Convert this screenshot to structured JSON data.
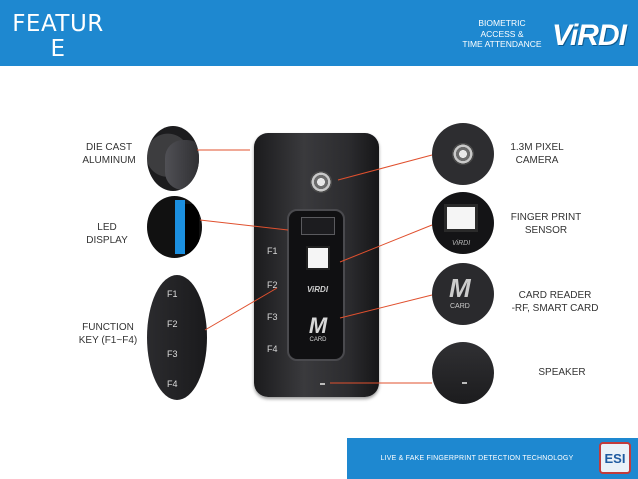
{
  "header": {
    "title_line1": "FEATUR",
    "title_line2": "E",
    "sub_line1": "BIOMETRIC",
    "sub_line2": "ACCESS &",
    "sub_line3": "TIME ATTENDANCE",
    "brand": "ViRDI",
    "color": "#1e88d0"
  },
  "labels": {
    "die_cast_1": "DIE CAST",
    "die_cast_2": "ALUMINUM",
    "led_1": "LED",
    "led_2": "DISPLAY",
    "function_1": "FUNCTION",
    "function_2": "KEY (F1~F4)",
    "camera_1": "1.3M PIXEL",
    "camera_2": "CAMERA",
    "finger_1": "FINGER PRINT",
    "finger_2": "SENSOR",
    "card_1": "CARD READER",
    "card_2": "-RF, SMART CARD",
    "speaker": "SPEAKER"
  },
  "device": {
    "keys": [
      "F1",
      "F2",
      "F3",
      "F4"
    ],
    "logo": "ViRDI",
    "card_text": "CARD"
  },
  "footer": {
    "text": "LIVE & FAKE FINGERPRINT DETECTION TECHNOLOGY",
    "logo": "ESI"
  },
  "colors": {
    "accent": "#1e88d0",
    "pointer": "#e0502e"
  }
}
